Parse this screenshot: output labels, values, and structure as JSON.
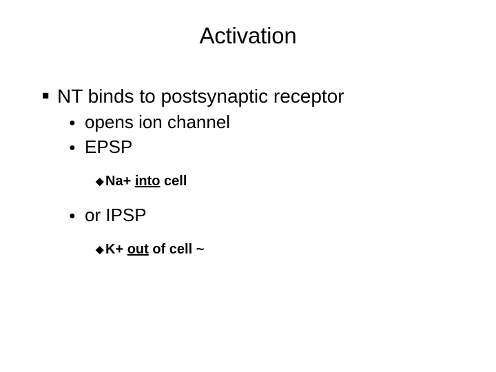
{
  "slide": {
    "title": "Activation",
    "background_color": "#ffffff",
    "text_color": "#000000",
    "bullets": {
      "level1_glyph": "■",
      "level2_glyph": "●",
      "level3_glyph": "◆"
    },
    "outline": [
      {
        "level": 1,
        "marker": "■",
        "text": "NT binds to postsynaptic receptor"
      },
      {
        "level": 2,
        "marker": "●",
        "text": "opens ion channel"
      },
      {
        "level": 2,
        "marker": "●",
        "text": "EPSP"
      },
      {
        "level": 3,
        "marker": "◆",
        "text_before": "Na+ ",
        "text_underlined": "into",
        "text_after": " cell",
        "text": "Na+ into cell"
      },
      {
        "level": 2,
        "marker": "●",
        "text": "or IPSP"
      },
      {
        "level": 3,
        "marker": "◆",
        "text_before": "K+ ",
        "text_underlined": "out",
        "text_after": " of cell ~",
        "text": "K+ out of cell ~"
      }
    ]
  }
}
